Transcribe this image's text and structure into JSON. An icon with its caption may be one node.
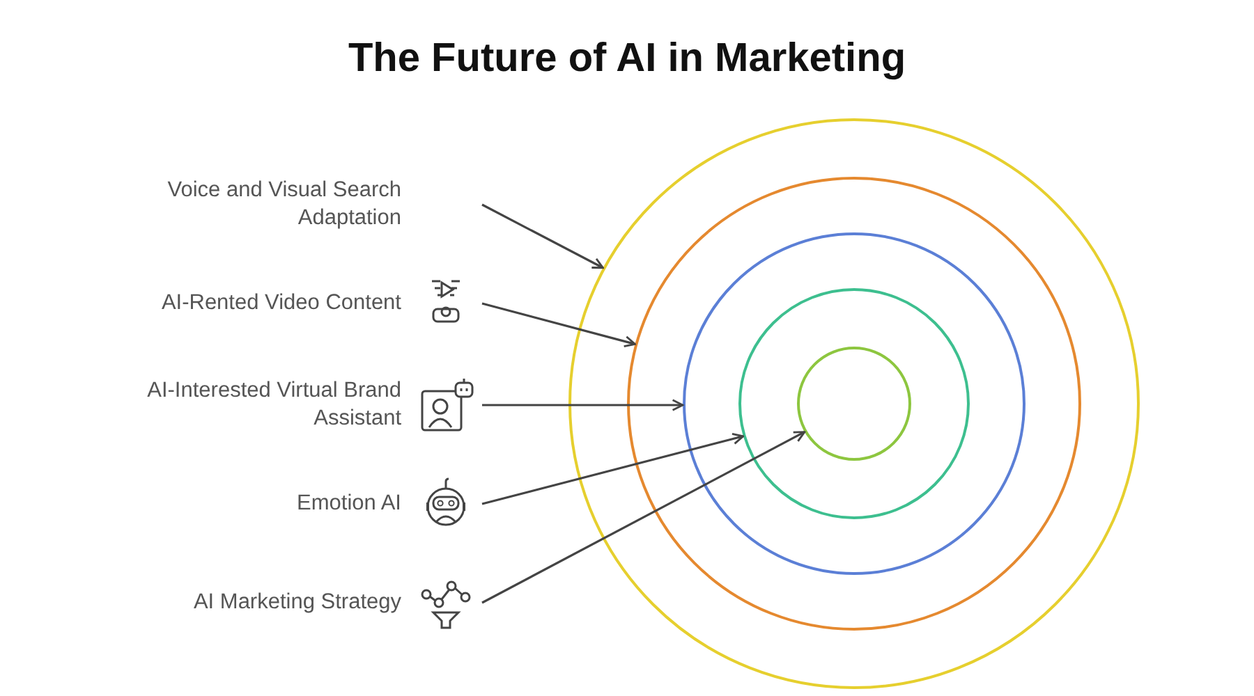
{
  "diagram": {
    "title": "The Future of AI in Marketing",
    "nodes": [
      {
        "text": [
          "Voice and Visual Search Adaptation"
        ]
      },
      {
        "text": [
          "AI-Rented Video Content"
        ]
      },
      {
        "text": [
          "AI-Interested Virtual Brand Assistant"
        ]
      },
      {
        "text": [
          "Emotion AI"
        ]
      },
      {
        "text": [
          "AI Marketing Strategy"
        ]
      },
      {
        "text": [],
        "shape": "circle"
      },
      {
        "text": [],
        "shape": "circle",
        "in": 5
      },
      {
        "text": [],
        "shape": "circle",
        "in": 6
      },
      {
        "text": [],
        "shape": "circle",
        "in": 7
      },
      {
        "text": [],
        "shape": "circle",
        "in": 8
      }
    ],
    "edges": [
      {
        "from": 0,
        "to": 5,
        "arrow": "to"
      },
      {
        "from": 1,
        "to": 6,
        "arrow": "to"
      },
      {
        "from": 2,
        "to": 7,
        "arrow": "to"
      },
      {
        "from": 3,
        "to": 8,
        "arrow": "to"
      },
      {
        "from": 4,
        "to": 9,
        "arrow": "to"
      }
    ]
  }
}
